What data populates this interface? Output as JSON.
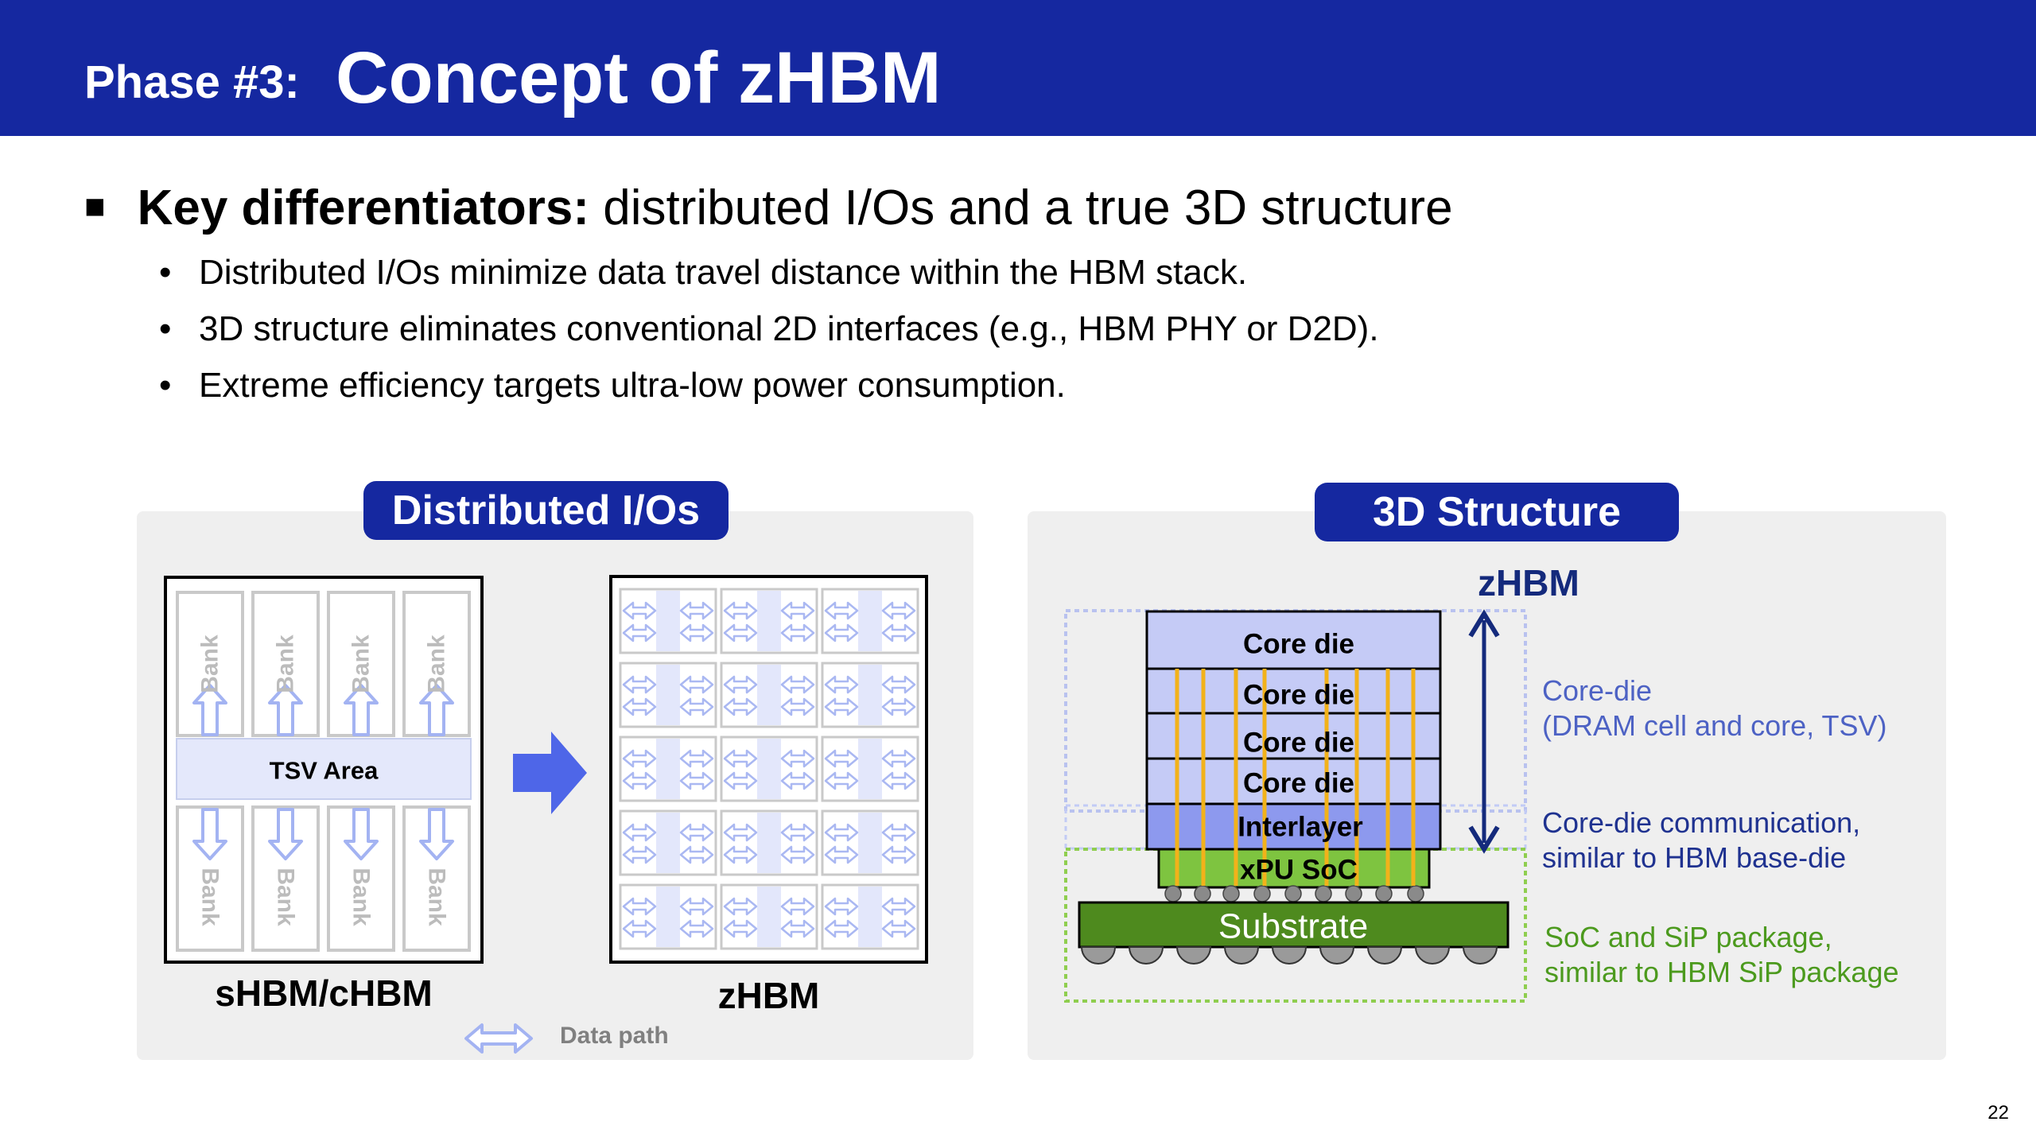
{
  "slide": {
    "title_prefix": "Phase #3:",
    "title_main": "Concept of zHBM",
    "heading_marker": "■",
    "heading_strong": "Key differentiators:",
    "heading_rest": "distributed I/Os and a true 3D structure",
    "bullets": [
      "Distributed I/Os minimize data travel distance within the HBM stack.",
      "3D structure eliminates conventional 2D interfaces (e.g., HBM PHY or D2D).",
      "Extreme efficiency targets ultra-low power consumption."
    ],
    "page_number": "22"
  },
  "left_panel": {
    "title": "Distributed I/Os",
    "bank_label": "Bank",
    "tsv_label": "TSV Area",
    "shbm_label": "sHBM/cHBM",
    "zhbm_label": "zHBM",
    "legend_label": "Data path"
  },
  "right_panel": {
    "title": "3D Structure",
    "stack_title": "zHBM",
    "layers": [
      "Core die",
      "Core die",
      "Core die",
      "Core die",
      "Interlayer",
      "xPU SoC",
      "Substrate"
    ],
    "notes": {
      "core_line1": "Core-die",
      "core_line2": "(DRAM cell and core, TSV)",
      "inter_line1": "Core-die communication,",
      "inter_line2": "similar to HBM base-die",
      "pkg_line1": "SoC and SiP package,",
      "pkg_line2": "similar to HBM SiP package"
    }
  },
  "colors": {
    "brand_blue": "#1528a0",
    "core_die": "#c5cbf6",
    "interlayer": "#8d99ee",
    "soc_green": "#7ec440",
    "substrate_green": "#4e8a1e",
    "tsv_orange": "#f2b21a",
    "arrow_blue": "#4e66e8"
  }
}
